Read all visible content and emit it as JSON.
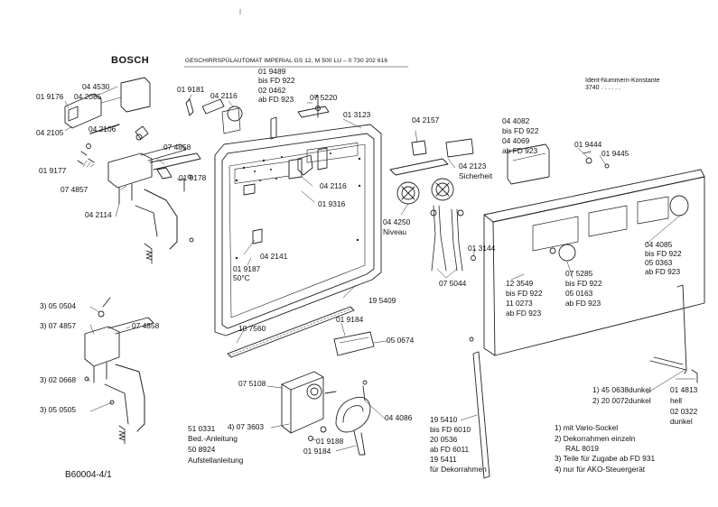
{
  "header": {
    "brand": "BOSCH",
    "title": "GESCHIRRSPÜLAUTOMAT IMPERIAL  GS 12, M 500   LU – 0 730 202 616",
    "ident_lines": [
      "Ident-Nummern-Konstante",
      "3740  . .   . . . ."
    ]
  },
  "footer": {
    "document_number": "B60004-4/1"
  },
  "labels": {
    "p_019176": "01 9176",
    "p_044530": "04 4530",
    "p_042085": "04 2085",
    "p_042105": "04 2105",
    "p_019181": "01 9181",
    "p_019489": "01 9489",
    "p_bis_fd922_a": "bis FD 922",
    "p_020462": "02 0462",
    "p_ab_fd923_a": "ab FD 923",
    "p_042116_a": "04 2116",
    "p_075220": "07 5220",
    "p_013123": "01 3123",
    "p_042157": "04 2157",
    "p_044082": "04 4082",
    "p_bis_fd922_b": "bis FD 922",
    "p_044069": "04 4069",
    "p_ab_fd923_b": "ab FD 923",
    "p_019444": "01 9444",
    "p_019445": "01 9445",
    "p_042106": "04 2106",
    "p_074858_a": "07 4858",
    "p_019177": "01 9177",
    "p_019178": "01 9178",
    "p_074857_a": "07 4857",
    "p_042116_b": "04 2116",
    "p_042123": "04 2123",
    "p_sicherheit": "Sicherheit",
    "p_019316": "01 9316",
    "p_042114": "04 2114",
    "p_044250": "04 4250",
    "p_niveau": "Niveau",
    "p_044085": "04 4085",
    "p_bis_fd922_c": "bis FD 922",
    "p_050363": "05 0363",
    "p_ab_fd923_c": "ab FD 923",
    "p_042141": "04 2141",
    "p_013144": "01 3144",
    "p_019187": "01 9187",
    "p_50c": "50°C",
    "p_075044": "07 5044",
    "p_123549": "12 3549",
    "p_bis_fd922_d": "bis FD 922",
    "p_110273": "11 0273",
    "p_ab_fd923_d": "ab FD 923",
    "p_075285": "07 5285",
    "p_bis_fd922_e": "bis FD 922",
    "p_050163": "05 0163",
    "p_ab_fd923_e": "ab FD 923",
    "p_195409": "19 5409",
    "p_3_050504": "3) 05 0504",
    "p_3_074857": "3) 07 4857",
    "p_074858_b": "07 4858",
    "p_107560": "10 7560",
    "p_019184_a": "01 9184",
    "p_050674": "05 0674",
    "p_3_020668": "3) 02 0668",
    "p_075108": "07 5108",
    "p_3_050505": "3) 05 0505",
    "p_1_450638": "1) 45 0638dunkel",
    "p_2_200072": "2) 20 0072dunkel",
    "p_014813": "01 4813",
    "p_hell": "hell",
    "p_020322": "02 0322",
    "p_dunkel": "dunkel",
    "p_4_073603": "4) 07 3603",
    "p_044086": "04 4086",
    "p_510331": "51 0331",
    "p_bed_anleitung": "Bed.-Anleitung",
    "p_508924": "50 8924",
    "p_aufstell": "Aufstellanleitung",
    "p_019188": "01 9188",
    "p_019184_b": "01 9184",
    "p_195410": "19 5410",
    "p_bis_fd6010": "bis FD 6010",
    "p_200536": "20 0536",
    "p_ab_fd6011": "ab FD 6011",
    "p_195411": "19 5411",
    "p_fuer_dekor": "für Dekorrahmen",
    "note_1": "1) mit Vario-Sockel",
    "note_2a": "2) Dekorrahmen einzeln",
    "note_2b": "RAL 8019",
    "note_3": "3) Teile für Zugabe ab FD 931",
    "note_4": "4) nur für AKO-Steuergerät"
  },
  "icons": [
    "spare-part-drawing",
    "bolt-icon",
    "knob-icon",
    "circle-callout-icon"
  ]
}
